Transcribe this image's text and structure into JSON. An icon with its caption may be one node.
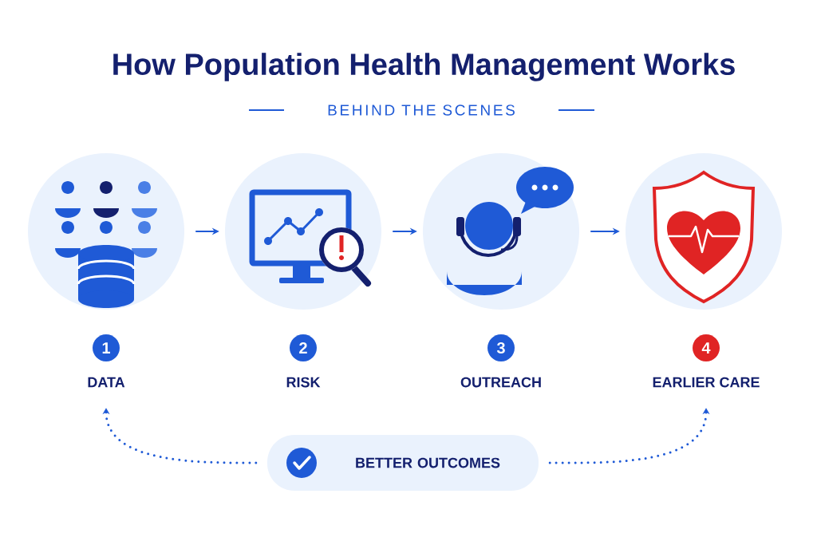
{
  "diagram": {
    "title": "How Population Health Management Works",
    "nodes": [
      {
        "text": [],
        "shape": "circle"
      },
      {
        "text": [],
        "shape": "circle"
      },
      {
        "text": [],
        "shape": "circle"
      },
      {
        "text": [],
        "shape": "circle"
      },
      {
        "text": [
          "1",
          "DATA"
        ]
      },
      {
        "text": [
          "2",
          "RISK"
        ]
      },
      {
        "text": [
          "3",
          "OUTREACH"
        ]
      },
      {
        "text": [
          "4",
          "EARLIER CARE"
        ]
      },
      {
        "text": [
          "BETTER OUTCOMES"
        ]
      }
    ],
    "edges": [
      {
        "from": 0,
        "to": 1,
        "arrow": "to"
      },
      {
        "from": 1,
        "to": 2,
        "arrow": "to"
      },
      {
        "from": 2,
        "to": 3,
        "arrow": "to"
      },
      {
        "from": 8,
        "to": 4,
        "arrow": "to",
        "style": "dashed"
      },
      {
        "from": 8,
        "to": 7,
        "arrow": "to",
        "style": "dashed"
      }
    ],
    "labels": [
      "BEHIND THE SCENES"
    ]
  }
}
